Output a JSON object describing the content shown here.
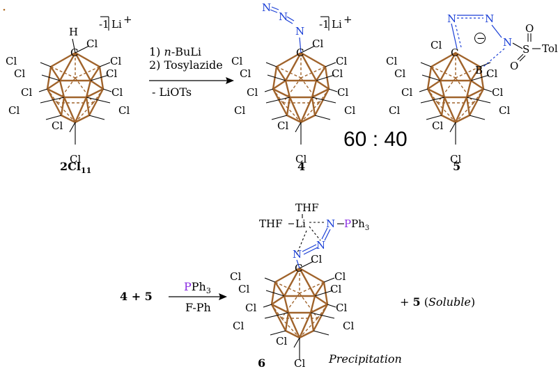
{
  "compounds": {
    "c2cl11": {
      "label": "2Cl",
      "subscript": "11",
      "cage_h": "H",
      "cage_c": "C",
      "charge_box": "-1",
      "counterion": "Li",
      "counterion_sup": "+"
    },
    "c4": {
      "label": "4",
      "cage_c": "C",
      "charge_box": "-1",
      "counterion": "Li",
      "counterion_sup": "+",
      "azide": [
        "N",
        "N",
        "N"
      ]
    },
    "c5": {
      "label": "5",
      "cage_c": "C",
      "boron": "B",
      "ring_n": [
        "N",
        "N",
        "N"
      ],
      "sulfur": "S",
      "oxygen": "O",
      "tolyl": "Tol",
      "minus": "−"
    },
    "c6": {
      "label": "6",
      "cage_c": "C",
      "li": "Li",
      "thf": "THF",
      "n": "N",
      "pph3_p": "P",
      "pph3_rest": "Ph",
      "pph3_sub": "3"
    }
  },
  "chlorine": "Cl",
  "reaction1": {
    "step1_num": "1) ",
    "step1_reagent": "n",
    "step1_rest": "-BuLi",
    "step2": "2) Tosylazide",
    "byproduct": "- LiOTs"
  },
  "ratio": "60 : 40",
  "reaction2": {
    "reactants": "4 + 5",
    "reagent_p": "P",
    "reagent_rest": "Ph",
    "reagent_sub": "3",
    "solvent": "F-Ph",
    "product_plus": "+ ",
    "soluble_ref": "5",
    "soluble_text": "Soluble",
    "precipitation": "Precipitation"
  }
}
